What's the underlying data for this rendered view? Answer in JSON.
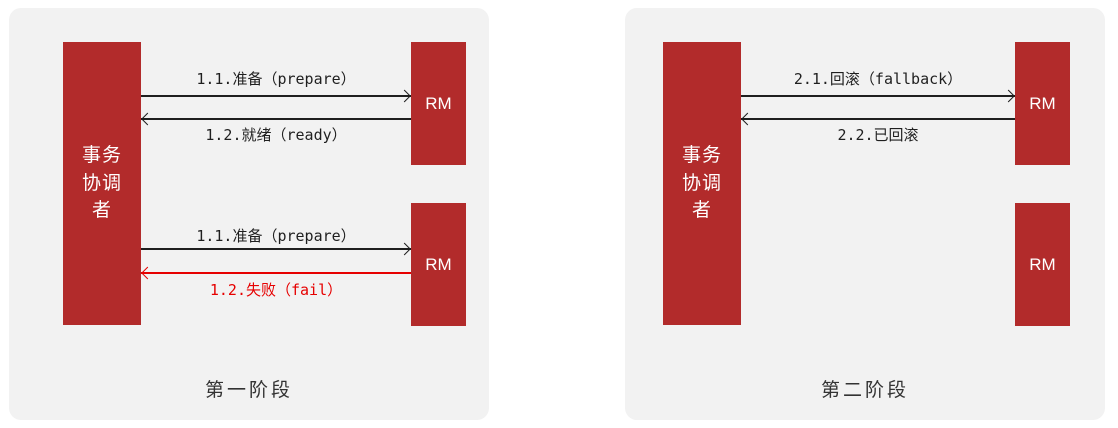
{
  "colors": {
    "box_red": "#b22b2b",
    "fail_red": "#e60000",
    "panel_bg": "#f2f2f2",
    "ink": "#1f1f1f"
  },
  "panels": [
    {
      "coordinator": "事务\n协调\n者",
      "caption": "第一阶段",
      "groups": [
        {
          "rm": "RM",
          "messages": [
            {
              "label": "1.1.准备（prepare）",
              "direction": "right",
              "color": "#1f1f1f"
            },
            {
              "label": "1.2.就绪（ready）",
              "direction": "left",
              "color": "#1f1f1f"
            }
          ]
        },
        {
          "rm": "RM",
          "messages": [
            {
              "label": "1.1.准备（prepare）",
              "direction": "right",
              "color": "#1f1f1f"
            },
            {
              "label": "1.2.失败（fail）",
              "direction": "left",
              "color": "#e60000"
            }
          ]
        }
      ]
    },
    {
      "coordinator": "事务\n协调\n者",
      "caption": "第二阶段",
      "groups": [
        {
          "rm": "RM",
          "messages": [
            {
              "label": "2.1.回滚（fallback）",
              "direction": "right",
              "color": "#1f1f1f"
            },
            {
              "label": "2.2.已回滚",
              "direction": "left",
              "color": "#1f1f1f"
            }
          ]
        },
        {
          "rm": "RM",
          "messages": []
        }
      ]
    }
  ]
}
